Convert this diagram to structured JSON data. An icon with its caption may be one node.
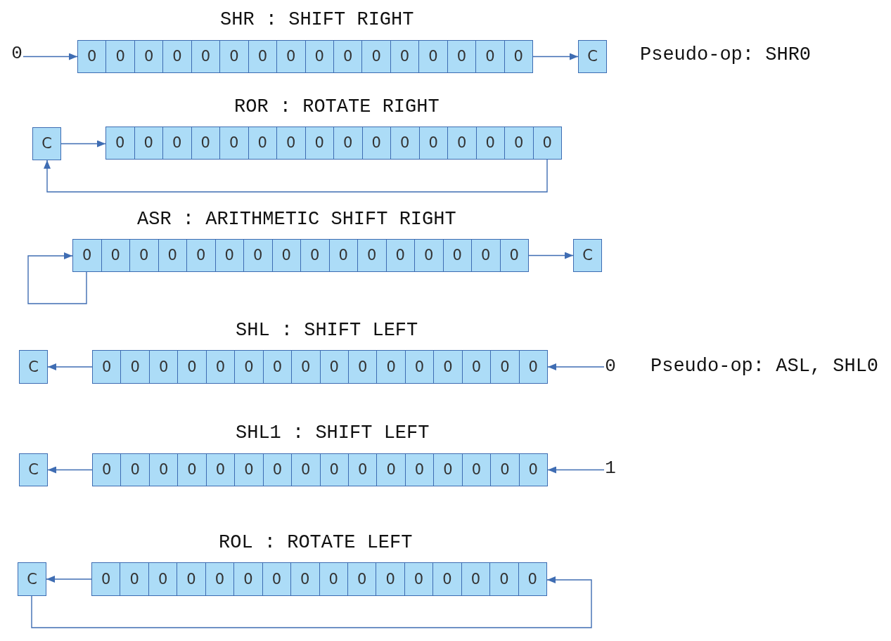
{
  "diagram": {
    "nodes": [
      {
        "text": [
          "0"
        ]
      },
      {
        "text": [
          "0"
        ]
      },
      {
        "text": [
          "0"
        ]
      },
      {
        "text": [
          "0"
        ]
      },
      {
        "text": [
          "0"
        ]
      },
      {
        "text": [
          "0"
        ]
      },
      {
        "text": [
          "0"
        ]
      },
      {
        "text": [
          "0"
        ]
      },
      {
        "text": [
          "0"
        ]
      },
      {
        "text": [
          "0"
        ]
      },
      {
        "text": [
          "0"
        ]
      },
      {
        "text": [
          "0"
        ]
      },
      {
        "text": [
          "0"
        ]
      },
      {
        "text": [
          "0"
        ]
      },
      {
        "text": [
          "0"
        ]
      },
      {
        "text": [
          "0"
        ]
      },
      {
        "text": [
          "0"
        ]
      },
      {
        "text": [
          "C"
        ]
      },
      {
        "text": [
          "C"
        ]
      },
      {
        "text": [
          "0"
        ]
      },
      {
        "text": [
          "0"
        ]
      },
      {
        "text": [
          "0"
        ]
      },
      {
        "text": [
          "0"
        ]
      },
      {
        "text": [
          "0"
        ]
      },
      {
        "text": [
          "0"
        ]
      },
      {
        "text": [
          "0"
        ]
      },
      {
        "text": [
          "0"
        ]
      },
      {
        "text": [
          "0"
        ]
      },
      {
        "text": [
          "0"
        ]
      },
      {
        "text": [
          "0"
        ]
      },
      {
        "text": [
          "0"
        ]
      },
      {
        "text": [
          "0"
        ]
      },
      {
        "text": [
          "0"
        ]
      },
      {
        "text": [
          "0"
        ]
      },
      {
        "text": [
          "0"
        ]
      },
      {
        "text": [
          "0"
        ]
      },
      {
        "text": [
          "0"
        ]
      },
      {
        "text": [
          "0"
        ]
      },
      {
        "text": [
          "0"
        ]
      },
      {
        "text": [
          "0"
        ]
      },
      {
        "text": [
          "0"
        ]
      },
      {
        "text": [
          "0"
        ]
      },
      {
        "text": [
          "0"
        ]
      },
      {
        "text": [
          "0"
        ]
      },
      {
        "text": [
          "0"
        ]
      },
      {
        "text": [
          "0"
        ]
      },
      {
        "text": [
          "0"
        ]
      },
      {
        "text": [
          "0"
        ]
      },
      {
        "text": [
          "0"
        ]
      },
      {
        "text": [
          "0"
        ]
      },
      {
        "text": [
          "0"
        ]
      },
      {
        "text": [
          "C"
        ]
      },
      {
        "text": [
          "C"
        ]
      },
      {
        "text": [
          "0"
        ]
      },
      {
        "text": [
          "0"
        ]
      },
      {
        "text": [
          "0"
        ]
      },
      {
        "text": [
          "0"
        ]
      },
      {
        "text": [
          "0"
        ]
      },
      {
        "text": [
          "0"
        ]
      },
      {
        "text": [
          "0"
        ]
      },
      {
        "text": [
          "0"
        ]
      },
      {
        "text": [
          "0"
        ]
      },
      {
        "text": [
          "0"
        ]
      },
      {
        "text": [
          "0"
        ]
      },
      {
        "text": [
          "0"
        ]
      },
      {
        "text": [
          "0"
        ]
      },
      {
        "text": [
          "0"
        ]
      },
      {
        "text": [
          "0"
        ]
      },
      {
        "text": [
          "0"
        ]
      },
      {
        "text": [
          "0"
        ]
      },
      {
        "text": [
          "C"
        ]
      },
      {
        "text": [
          "0"
        ]
      },
      {
        "text": [
          "0"
        ]
      },
      {
        "text": [
          "0"
        ]
      },
      {
        "text": [
          "0"
        ]
      },
      {
        "text": [
          "0"
        ]
      },
      {
        "text": [
          "0"
        ]
      },
      {
        "text": [
          "0"
        ]
      },
      {
        "text": [
          "0"
        ]
      },
      {
        "text": [
          "0"
        ]
      },
      {
        "text": [
          "0"
        ]
      },
      {
        "text": [
          "0"
        ]
      },
      {
        "text": [
          "0"
        ]
      },
      {
        "text": [
          "0"
        ]
      },
      {
        "text": [
          "0"
        ]
      },
      {
        "text": [
          "0"
        ]
      },
      {
        "text": [
          "0"
        ]
      },
      {
        "text": [
          "1"
        ]
      },
      {
        "text": [
          "C"
        ]
      },
      {
        "text": [
          "0"
        ]
      },
      {
        "text": [
          "0"
        ]
      },
      {
        "text": [
          "0"
        ]
      },
      {
        "text": [
          "0"
        ]
      },
      {
        "text": [
          "0"
        ]
      },
      {
        "text": [
          "0"
        ]
      },
      {
        "text": [
          "0"
        ]
      },
      {
        "text": [
          "0"
        ]
      },
      {
        "text": [
          "0"
        ]
      },
      {
        "text": [
          "0"
        ]
      },
      {
        "text": [
          "0"
        ]
      },
      {
        "text": [
          "0"
        ]
      },
      {
        "text": [
          "0"
        ]
      },
      {
        "text": [
          "0"
        ]
      },
      {
        "text": [
          "0"
        ]
      },
      {
        "text": [
          "0"
        ]
      }
    ],
    "edges": [
      {
        "from": 0,
        "to": 1,
        "arrow": "to"
      },
      {
        "from": 16,
        "to": 17,
        "arrow": "to"
      },
      {
        "from": 18,
        "to": 19,
        "arrow": "to"
      },
      {
        "from": 34,
        "to": 18,
        "arrow": "to"
      },
      {
        "from": 35,
        "to": 35,
        "arrow": "to"
      },
      {
        "from": 50,
        "to": 51,
        "arrow": "to"
      },
      {
        "from": 53,
        "to": 52,
        "arrow": "to"
      },
      {
        "from": 69,
        "to": 68,
        "arrow": "to"
      },
      {
        "from": 71,
        "to": 70,
        "arrow": "to"
      },
      {
        "from": 87,
        "to": 86,
        "arrow": "to"
      },
      {
        "from": 89,
        "to": 88,
        "arrow": "to"
      },
      {
        "from": 88,
        "to": 104,
        "arrow": "to"
      }
    ],
    "labels": [
      "SHR : SHIFT RIGHT",
      "Pseudo-op: SHR0",
      "ROR : ROTATE RIGHT",
      "ASR : ARITHMETIC SHIFT RIGHT",
      "SHL : SHIFT LEFT",
      "Pseudo-op: ASL, SHL0",
      "SHL1 : SHIFT LEFT",
      "ROL : ROTATE LEFT"
    ]
  }
}
